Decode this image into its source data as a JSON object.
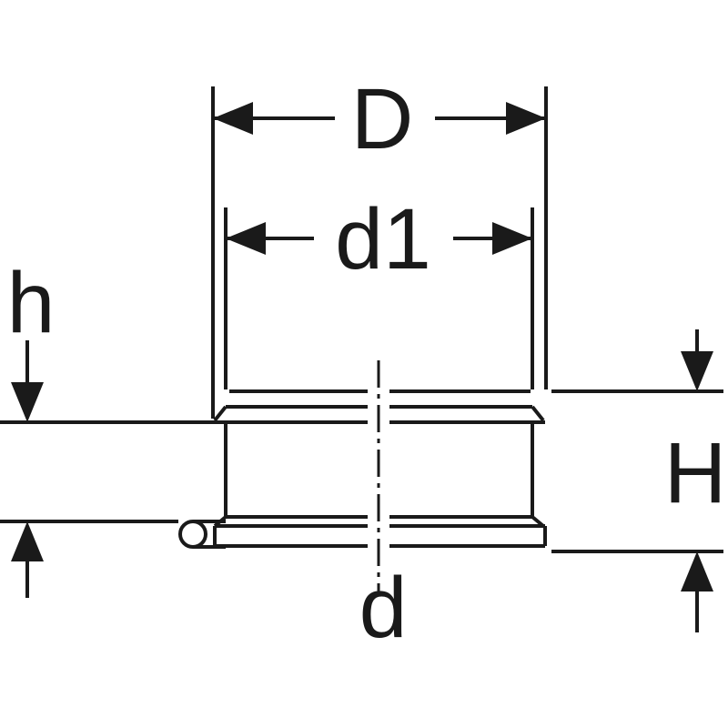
{
  "diagram": {
    "type": "technical-drawing",
    "subject": "pipe-fitting-cross-section",
    "dimensions": {
      "outer_diameter_label": "D",
      "inner_diameter_label": "d1",
      "collar_height_label": "h",
      "total_height_label": "H",
      "nominal_diameter_label": "d"
    },
    "colors": {
      "line": "#1a1a1a",
      "background": "#ffffff"
    }
  }
}
